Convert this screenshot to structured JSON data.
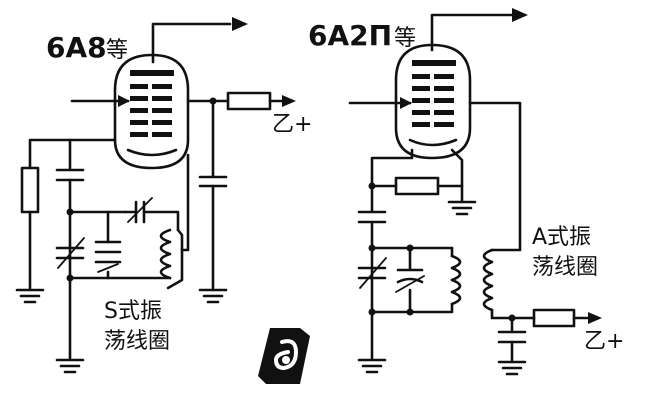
{
  "left_circuit": {
    "tube_label": "6A8",
    "tube_suffix": "等",
    "supply_label": "乙+",
    "coil_label_line1": "S式振",
    "coil_label_line2": "荡线圈"
  },
  "right_circuit": {
    "tube_label": "6A2П",
    "tube_suffix": "等",
    "supply_label": "乙+",
    "coil_label_line1": "A式振",
    "coil_label_line2": "荡线圈"
  }
}
